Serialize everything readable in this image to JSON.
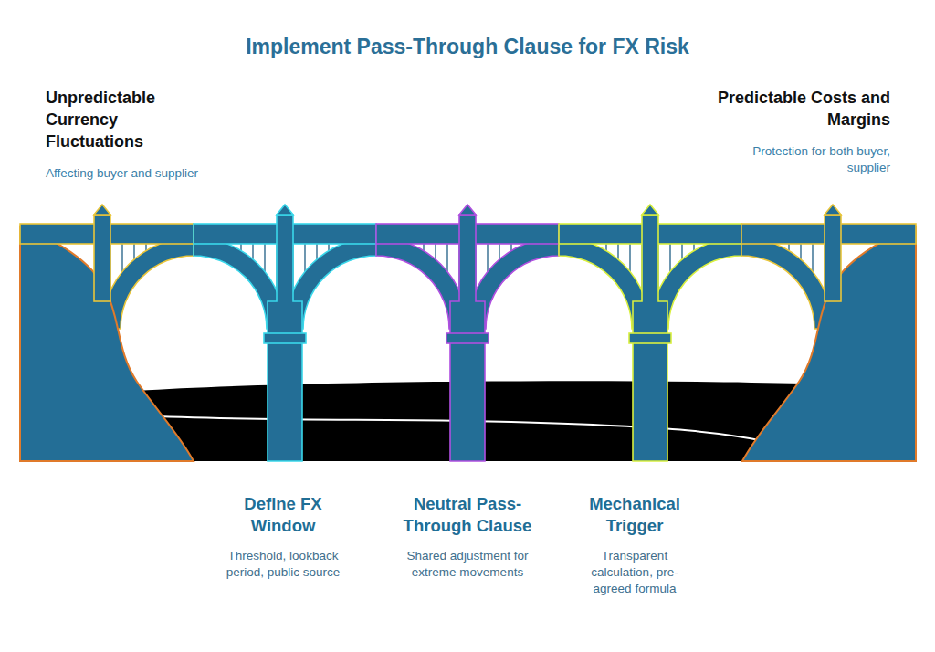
{
  "diagram": {
    "title": "Implement Pass-Through Clause for FX Risk",
    "nodes": [
      {
        "text": [
          "Unpredictable Currency Fluctuations",
          "Affecting buyer and supplier"
        ]
      },
      {
        "text": [
          "Define FX Window",
          "Threshold, lookback period, public source"
        ]
      },
      {
        "text": [
          "Neutral Pass-Through Clause",
          "Shared adjustment for extreme movements"
        ]
      },
      {
        "text": [
          "Mechanical Trigger",
          "Transparent calculation, pre-agreed formula"
        ]
      },
      {
        "text": [
          "Predictable Costs and Margins",
          "Protection for both buyer, supplier"
        ]
      }
    ]
  }
}
